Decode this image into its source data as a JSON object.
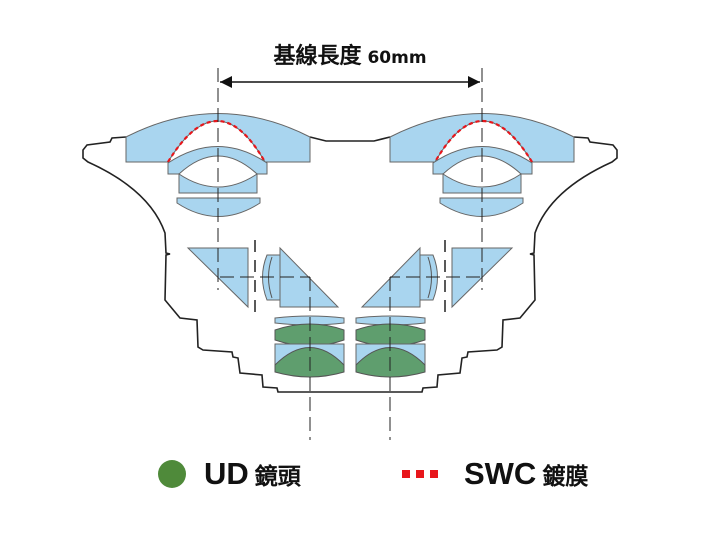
{
  "dimension": {
    "label": "基線長度",
    "value": "60mm"
  },
  "legend": [
    {
      "marker": "green-circle",
      "code": "UD",
      "text": "鏡頭",
      "color": "#4f8a3a"
    },
    {
      "marker": "red-dotted-line",
      "code": "SWC",
      "text": "鍍膜",
      "color": "#e8161b"
    }
  ],
  "colors": {
    "glass": "#a9d5ef",
    "ud_glass": "#5f9e6e",
    "coating": "#e8161b"
  }
}
